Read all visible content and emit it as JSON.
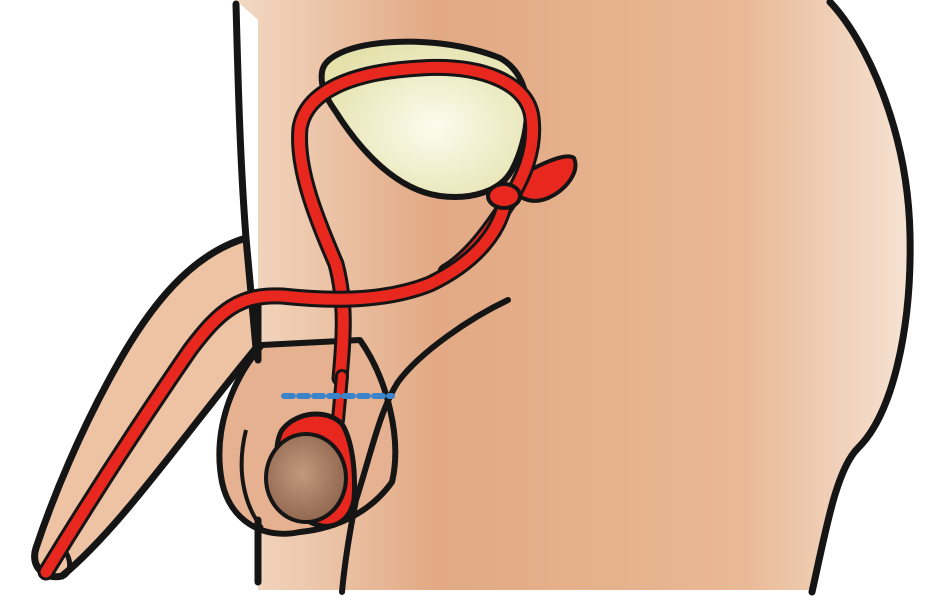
{
  "diagram": {
    "subject": "male-reproductive-anatomy-side-view",
    "highlighted_structure": "vas-deferens",
    "marker": "cut-line",
    "colors": {
      "background": "#ffffff",
      "skin_light": "#f2d6bf",
      "skin": "#e3ab86",
      "skin_dark": "#d99a72",
      "outline": "#151515",
      "duct": "#e8271e",
      "duct_dark": "#b51a12",
      "bladder": "#e8e6b4",
      "bladder_center": "#fbfbe8",
      "testis": "#a97b5f",
      "testis_dark": "#7d5440",
      "cut_line": "#3b84c9"
    }
  }
}
